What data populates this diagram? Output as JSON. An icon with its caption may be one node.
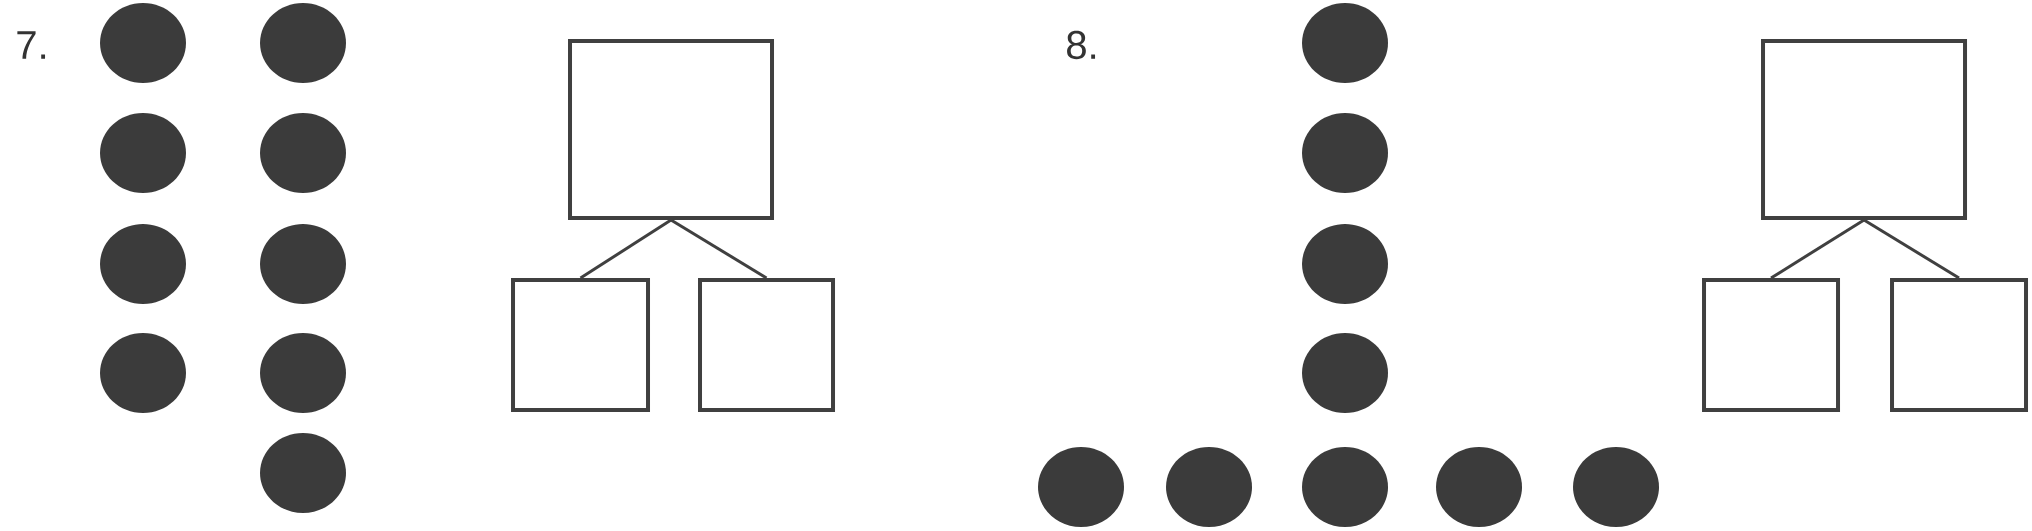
{
  "diagram": {
    "nodes": [
      {
        "text": [],
        "shape": "box"
      },
      {
        "text": [],
        "shape": "box"
      },
      {
        "text": [],
        "shape": "box"
      },
      {
        "text": [],
        "shape": "box"
      },
      {
        "text": [],
        "shape": "box"
      },
      {
        "text": [],
        "shape": "box"
      }
    ],
    "edges": [
      {
        "from": 0,
        "to": 1,
        "arrow": "none"
      },
      {
        "from": 0,
        "to": 2,
        "arrow": "none"
      },
      {
        "from": 3,
        "to": 4,
        "arrow": "none"
      },
      {
        "from": 3,
        "to": 5,
        "arrow": "none"
      }
    ],
    "labels": [
      "7.",
      "8."
    ]
  }
}
